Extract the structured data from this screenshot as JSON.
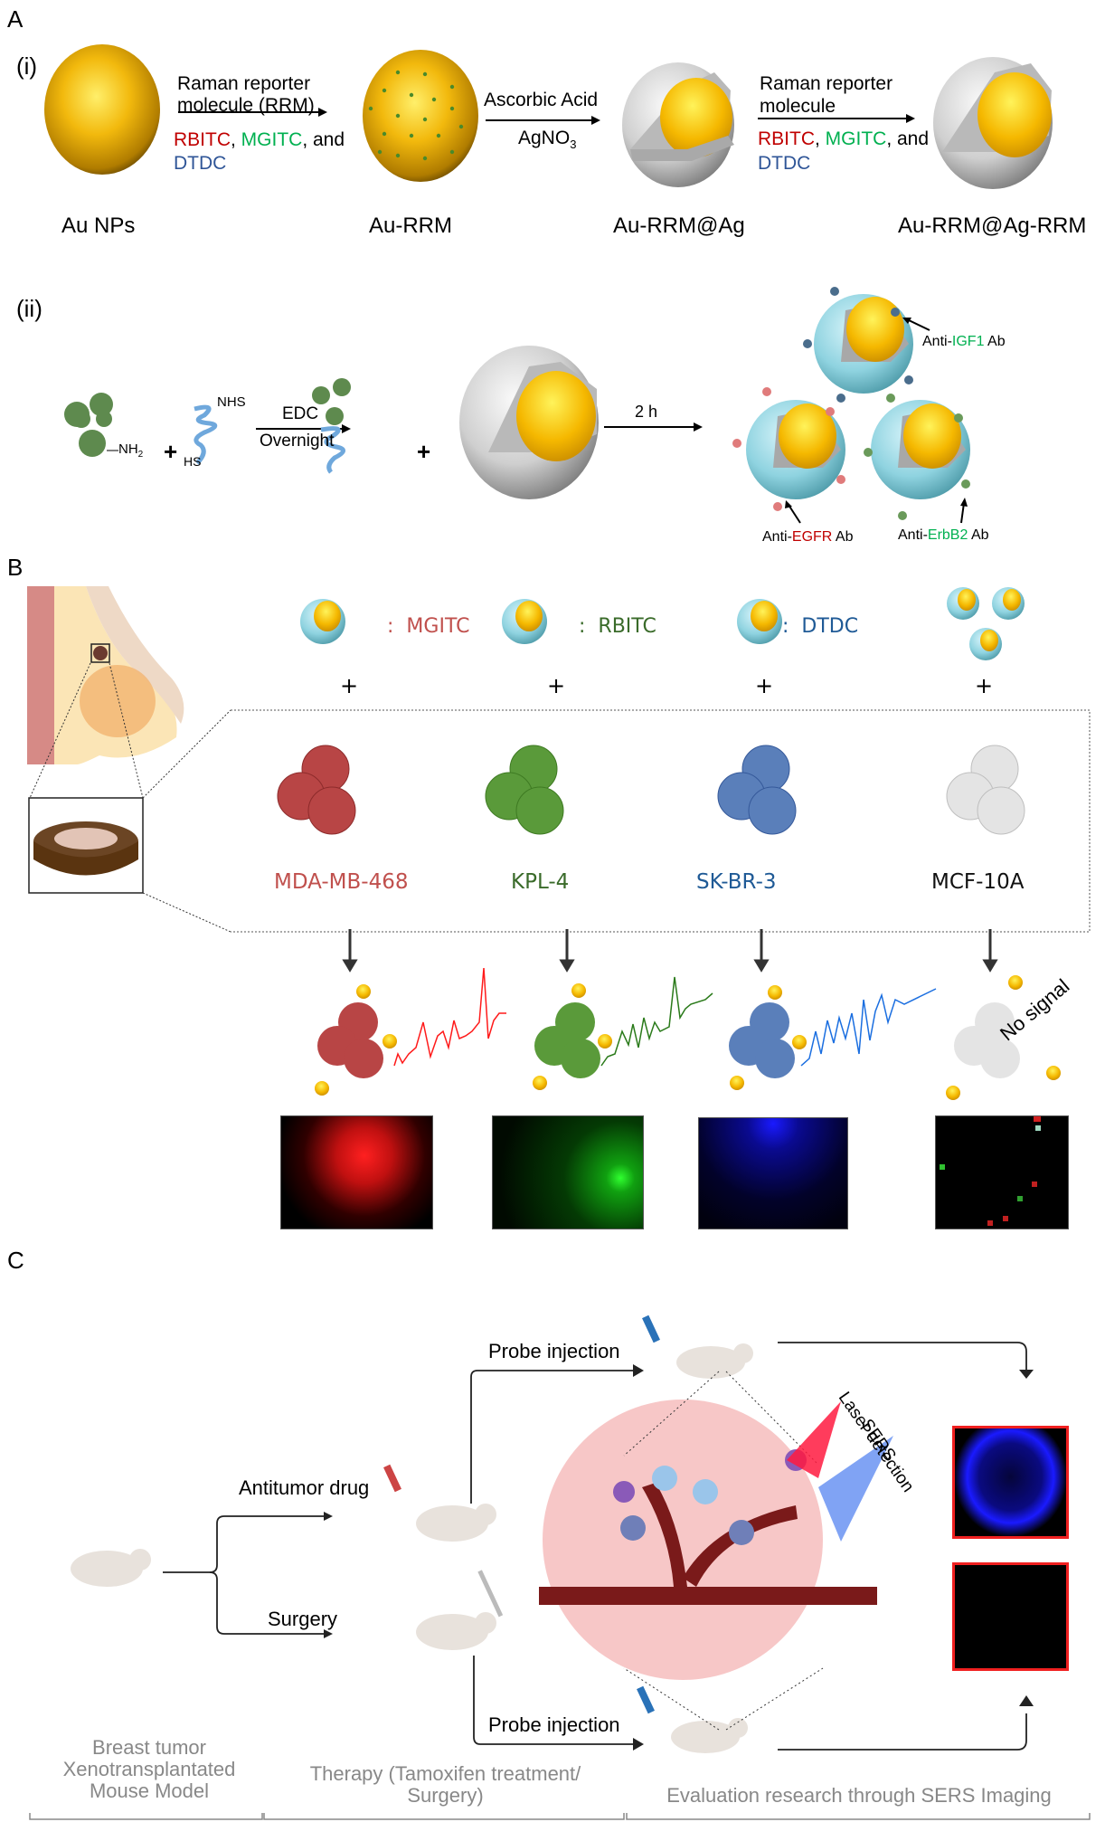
{
  "panelA": {
    "label": "A",
    "part_i": {
      "label": "(i)",
      "step1": {
        "line1": "Raman reporter",
        "line2": "molecule (RRM)",
        "dye1": "RBITC",
        "sep1": ", ",
        "dye2": "MGITC",
        "sep2": ", and",
        "dye3": "DTDC"
      },
      "step2": {
        "top": "Ascorbic Acid",
        "bottom": "AgNO",
        "bottom_sub": "3"
      },
      "step3": {
        "line1": "Raman reporter",
        "line2": "molecule",
        "dye1": "RBITC",
        "sep1": ", ",
        "dye2": "MGITC",
        "sep2": ", and",
        "dye3": "DTDC"
      },
      "captions": [
        "Au NPs",
        "Au-RRM",
        "Au-RRM@Ag",
        "Au-RRM@Ag-RRM"
      ]
    },
    "part_ii": {
      "label": "(ii)",
      "nh2": "NH",
      "nh2_sub": "2",
      "nhs": "NHS",
      "hs": "HS",
      "plus": "+",
      "edc": "EDC",
      "overnight": "Overnight",
      "time": "2 h",
      "ab_igf1": {
        "prefix": "Anti-",
        "target": "IGF1",
        "suffix": " Ab"
      },
      "ab_egfr": {
        "prefix": "Anti-",
        "target": "EGFR",
        "suffix": " Ab"
      },
      "ab_erbb2": {
        "prefix": "Anti-",
        "target": "ErbB2",
        "suffix": " Ab"
      }
    }
  },
  "panelB": {
    "label": "B",
    "probes": [
      {
        "colon": ":",
        "name": "MGITC",
        "color": "#c0504d"
      },
      {
        "colon": ":",
        "name": "RBITC",
        "color": "#3a6b2a"
      },
      {
        "colon": ":",
        "name": "DTDC",
        "color": "#1f5a96"
      }
    ],
    "plus": "+",
    "cell_lines": [
      {
        "name": "MDA-MB-468",
        "color": "#c0504d"
      },
      {
        "name": "KPL-4",
        "color": "#3a6b2a"
      },
      {
        "name": "SK-BR-3",
        "color": "#1f5a96"
      },
      {
        "name": "MCF-10A",
        "color": "#111111"
      }
    ],
    "no_signal": "No signal"
  },
  "panelC": {
    "label": "C",
    "antitumor_drug": "Antitumor drug",
    "surgery": "Surgery",
    "probe_injection_top": "Probe injection",
    "probe_injection_bottom": "Probe injection",
    "sers_line1": "SERS",
    "sers_line2": "Laser detection",
    "stage1_lines": [
      "Breast tumor",
      "Xenotransplantated",
      "Mouse Model"
    ],
    "stage2_lines": [
      "Therapy (Tamoxifen treatment/",
      "Surgery)"
    ],
    "stage3": "Evaluation research through SERS Imaging"
  },
  "colors": {
    "red_dye": "#c00000",
    "green_dye": "#00b050",
    "blue_dye": "#2f5597",
    "gold": "#f0b400",
    "shell": "#8fd3e0",
    "map_border": "#f02020"
  }
}
